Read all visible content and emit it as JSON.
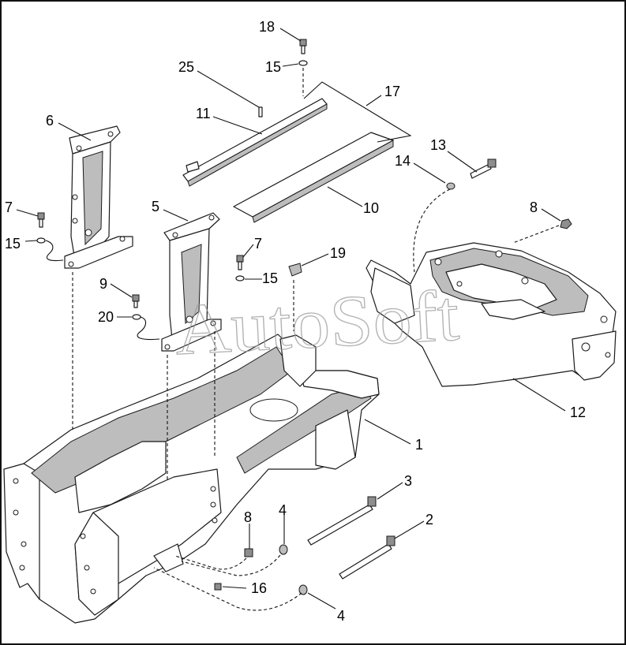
{
  "watermark": "AutoSoft",
  "callouts": [
    {
      "id": "c18",
      "label": "18"
    },
    {
      "id": "c25",
      "label": "25"
    },
    {
      "id": "c15a",
      "label": "15"
    },
    {
      "id": "c17",
      "label": "17"
    },
    {
      "id": "c11",
      "label": "11"
    },
    {
      "id": "c6",
      "label": "6"
    },
    {
      "id": "c13",
      "label": "13"
    },
    {
      "id": "c14",
      "label": "14"
    },
    {
      "id": "c7a",
      "label": "7"
    },
    {
      "id": "c5",
      "label": "5"
    },
    {
      "id": "c10",
      "label": "10"
    },
    {
      "id": "c8a",
      "label": "8"
    },
    {
      "id": "c15b",
      "label": "15"
    },
    {
      "id": "c7b",
      "label": "7"
    },
    {
      "id": "c19",
      "label": "19"
    },
    {
      "id": "c15c",
      "label": "15"
    },
    {
      "id": "c9",
      "label": "9"
    },
    {
      "id": "c20",
      "label": "20"
    },
    {
      "id": "c12",
      "label": "12"
    },
    {
      "id": "c1",
      "label": "1"
    },
    {
      "id": "c3",
      "label": "3"
    },
    {
      "id": "c2",
      "label": "2"
    },
    {
      "id": "c8b",
      "label": "8"
    },
    {
      "id": "c4a",
      "label": "4"
    },
    {
      "id": "c16",
      "label": "16"
    },
    {
      "id": "c4b",
      "label": "4"
    }
  ]
}
